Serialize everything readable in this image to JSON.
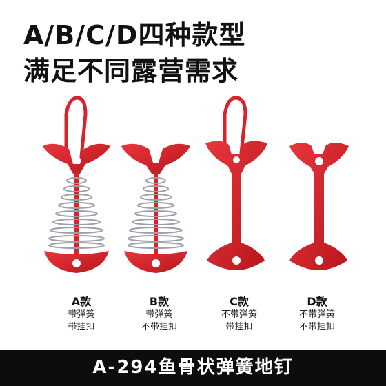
{
  "headline": {
    "line1": "A/B/C/D四种款型",
    "line2": "满足不同露营需求"
  },
  "variants": [
    {
      "name": "A款",
      "spring": "带弹簧",
      "hook": "带挂扣"
    },
    {
      "name": "B款",
      "spring": "带弹簧",
      "hook": "不带挂扣"
    },
    {
      "name": "C款",
      "spring": "不带弹簧",
      "hook": "带挂扣"
    },
    {
      "name": "D款",
      "spring": "不带弹簧",
      "hook": "不带挂扣"
    }
  ],
  "colors": {
    "product_red": "#d8232a",
    "spring_silver": "#9aa0a6",
    "banner_bg": "#0d0d0d"
  },
  "footer": {
    "title": "A-294鱼骨状弹簧地钉"
  }
}
